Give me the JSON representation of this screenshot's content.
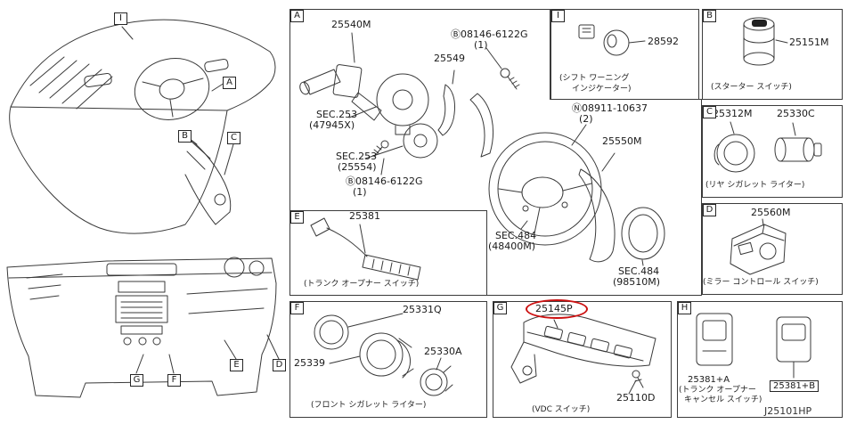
{
  "page": {
    "footer_code": "J25101HP"
  },
  "colors": {
    "line": "#3a3a3a",
    "highlight": "#cc1111"
  },
  "callouts": {
    "top_i": "I",
    "top_a": "A",
    "top_b": "B",
    "top_c": "C",
    "bot_g": "G",
    "bot_f": "F",
    "bot_e": "E",
    "bot_d": "D"
  },
  "panels": {
    "a": {
      "letter": "A",
      "parts": {
        "p25540m": "25540M",
        "bolt1": "Ⓑ08146-6122G",
        "bolt1_qty": "(1)",
        "p25549": "25549",
        "sec253a": "SEC.253",
        "sec253a_ref": "(47945X)",
        "sec253b": "SEC.253",
        "sec253b_ref": "(25554)",
        "bolt2": "Ⓑ08146-6122G",
        "bolt2_qty": "(1)",
        "nut": "Ⓝ08911-10637",
        "nut_qty": "(2)",
        "p25550m": "25550M",
        "sec484a": "SEC.484",
        "sec484a_ref": "(48400M)",
        "sec484b": "SEC.484",
        "sec484b_ref": "(98510M)"
      }
    },
    "i": {
      "letter": "I",
      "part": "28592",
      "caption1": "(シフト ワーニング",
      "caption2": "インジケーター)"
    },
    "b": {
      "letter": "B",
      "part": "25151M",
      "caption": "(スターター スイッチ)"
    },
    "c": {
      "letter": "C",
      "part1": "25312M",
      "part2": "25330C",
      "caption": "(リヤ シガレット ライター)"
    },
    "d": {
      "letter": "D",
      "part": "25560M",
      "caption": "(ミラー コントロール スイッチ)"
    },
    "e": {
      "letter": "E",
      "part": "25381",
      "caption": "(トランク オープナー スイッチ)"
    },
    "f": {
      "letter": "F",
      "part1": "25331Q",
      "part2": "25339",
      "part3": "25330A",
      "caption": "(フロント シガレット ライター)"
    },
    "g": {
      "letter": "G",
      "part_highlighted": "25145P",
      "part2": "25110D",
      "caption": "(VDC スイッチ)"
    },
    "h": {
      "letter": "H",
      "part1": "25381+A",
      "caption1": "(トランク オープナー",
      "caption2": "キャンセル スイッチ)",
      "part2": "25381+B"
    }
  }
}
